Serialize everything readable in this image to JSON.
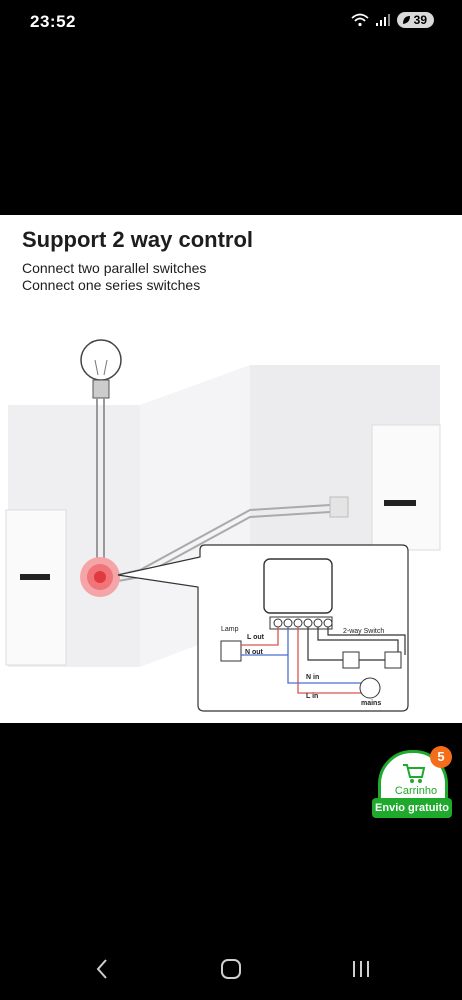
{
  "status_bar": {
    "time": "23:52",
    "battery": "39"
  },
  "product_image": {
    "title": "Support 2 way control",
    "subtitle_lines": [
      "Connect two parallel switches",
      "Connect one series switches"
    ],
    "diagram_labels": {
      "lamp": "Lamp",
      "l_out": "L out",
      "n_out": "N out",
      "n_in": "N in",
      "l_in": "L in",
      "two_way_switch": "2-way Switch",
      "mains": "mains"
    }
  },
  "cart": {
    "label": "Carrinho",
    "count": "5",
    "shipping": "Envio gratuito"
  },
  "icons": {
    "back": "back-icon",
    "home": "home-icon",
    "recents": "recents-icon",
    "cart": "cart-icon"
  },
  "colors": {
    "cart_green": "#1faa2e",
    "badge_orange": "#f36d1a",
    "wire_red": "#d9534f",
    "wire_blue": "#4a6fd1"
  }
}
